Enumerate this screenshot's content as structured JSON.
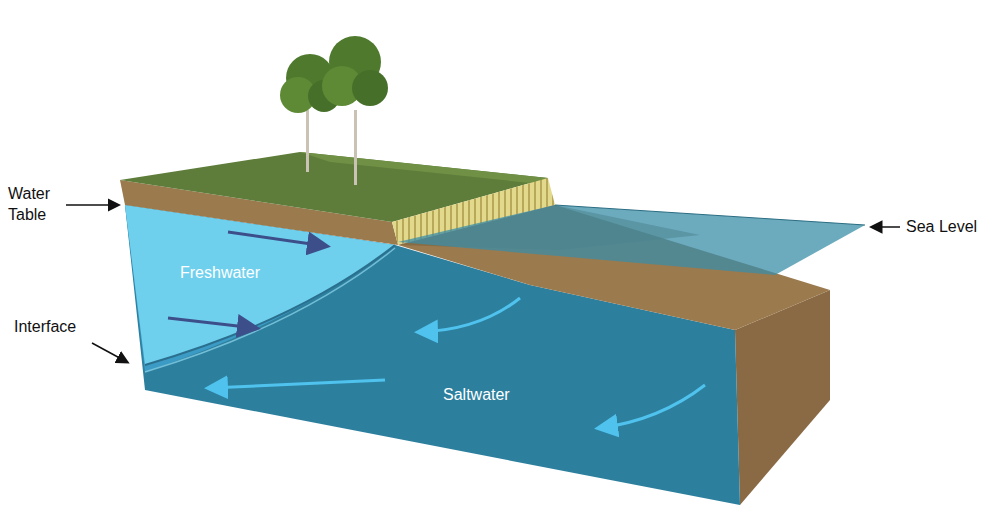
{
  "diagram": {
    "nodes": [
      {
        "text": [
          "Freshwater"
        ]
      },
      {
        "text": [
          "Saltwater"
        ]
      }
    ],
    "labels": [
      "Water Table",
      "Interface",
      "Sea Level"
    ]
  }
}
